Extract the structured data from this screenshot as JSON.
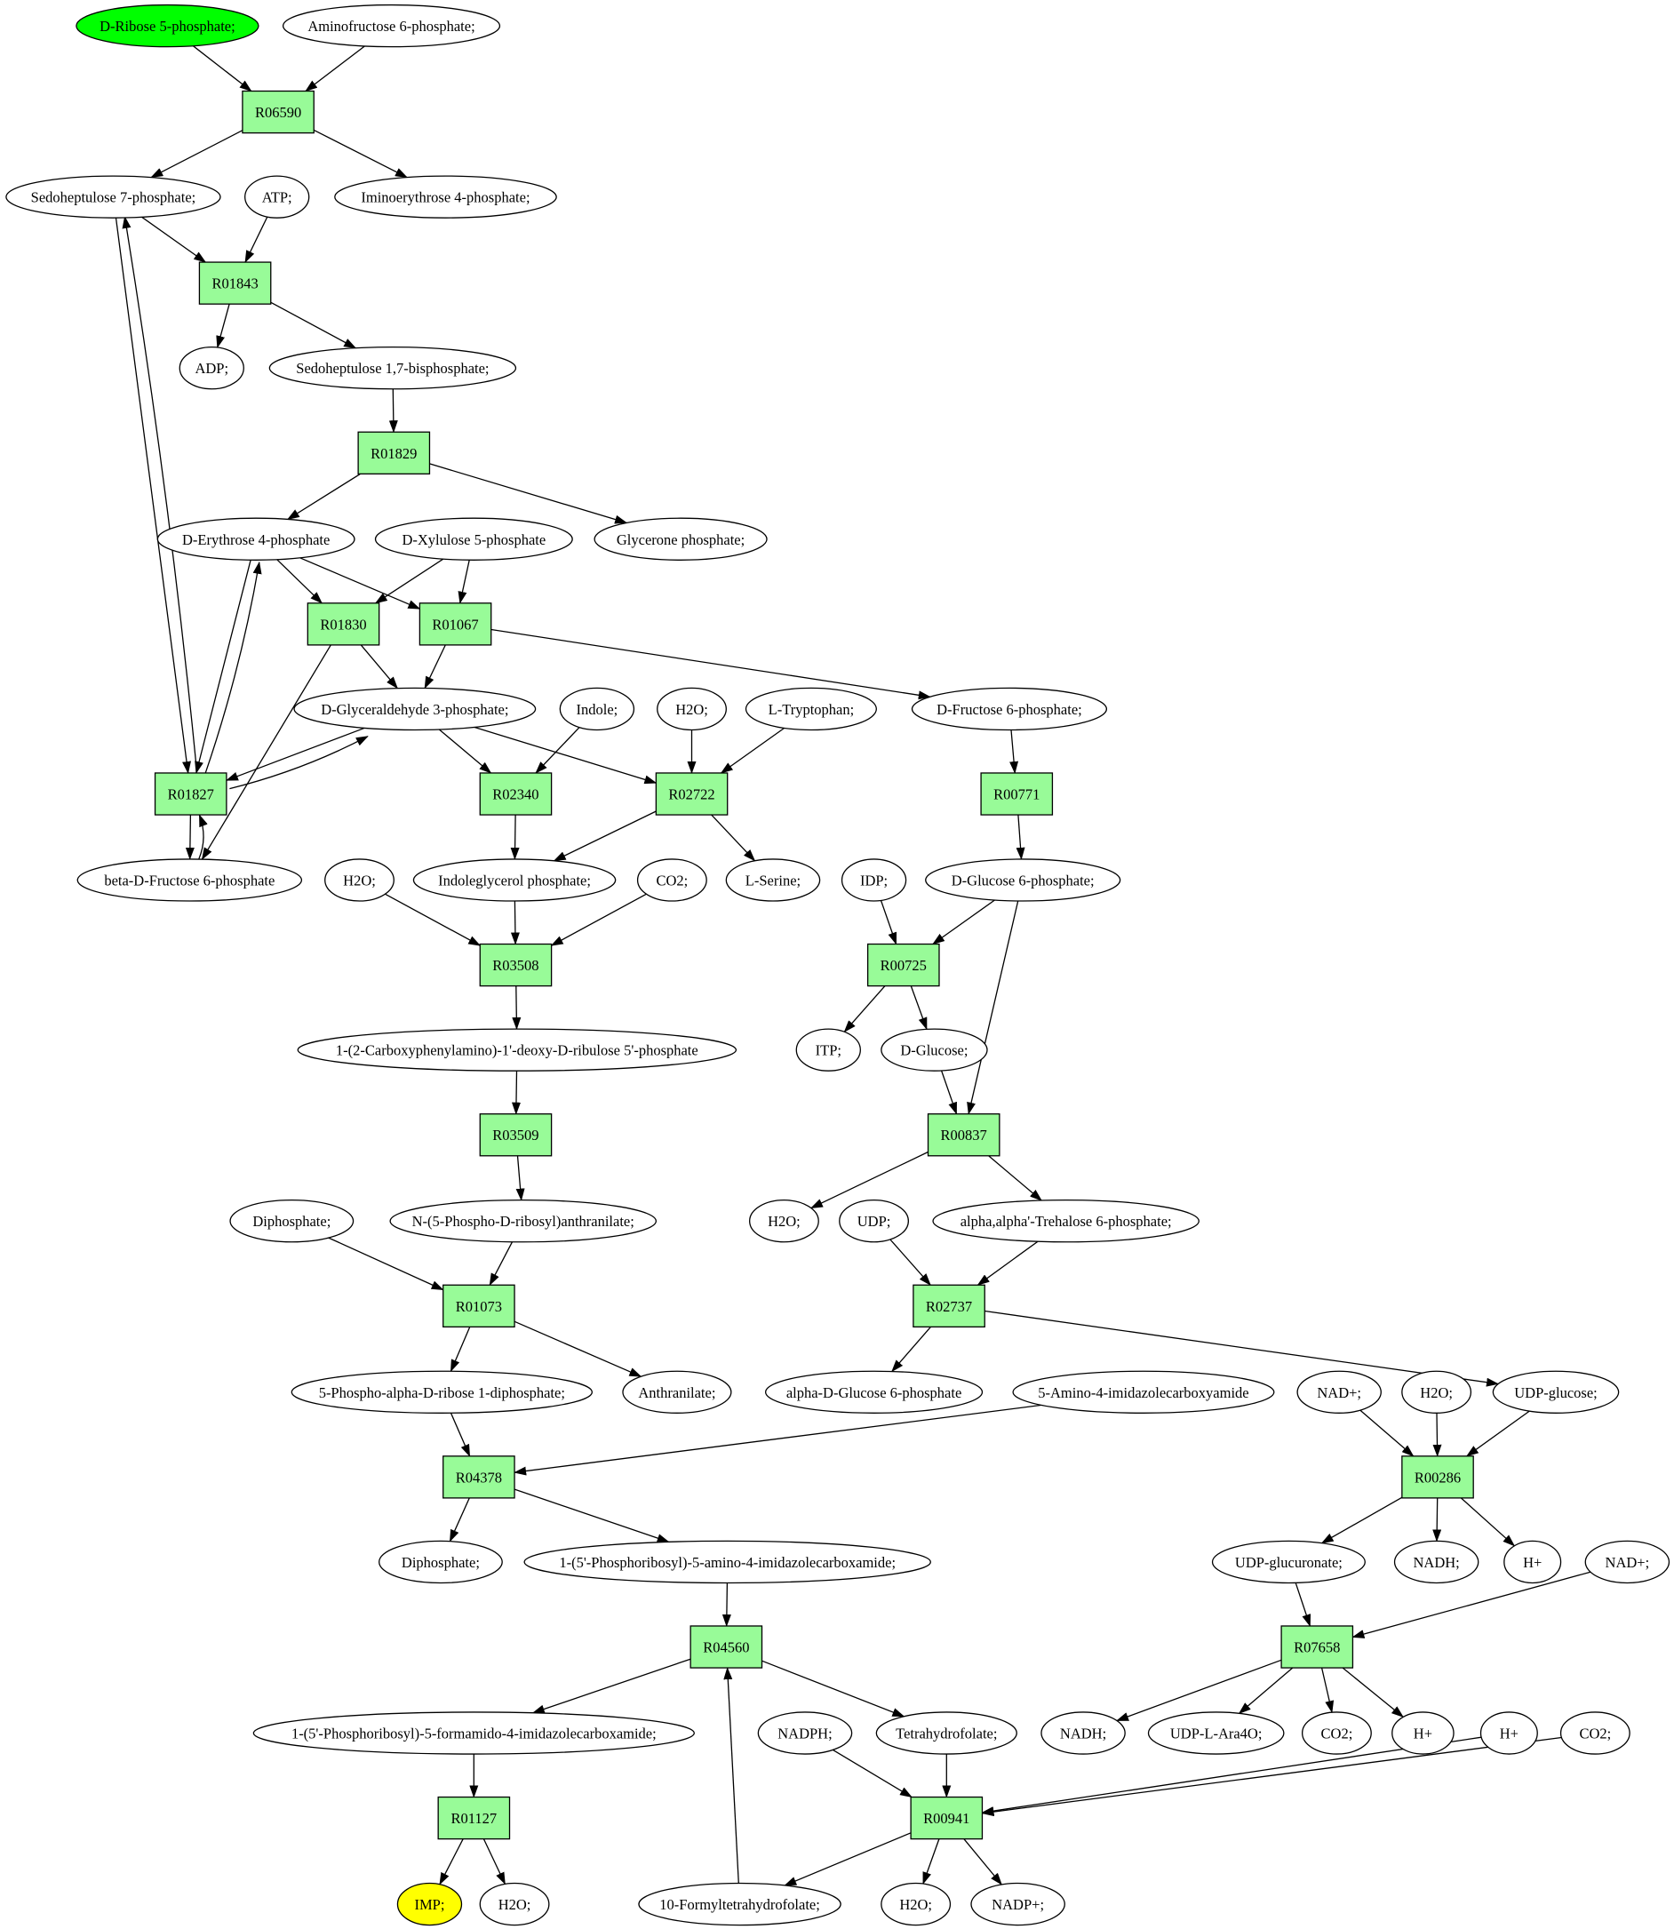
{
  "colors": {
    "reaction_fill": "#98fb98",
    "compound_fill": "#ffffff",
    "start_fill": "#00ff00",
    "end_fill": "#ffff00",
    "stroke": "#000000"
  },
  "reactions": [
    {
      "id": "r06590",
      "label": "R06590"
    },
    {
      "id": "r01843",
      "label": "R01843"
    },
    {
      "id": "r01829",
      "label": "R01829"
    },
    {
      "id": "r01830",
      "label": "R01830"
    },
    {
      "id": "r01067",
      "label": "R01067"
    },
    {
      "id": "r01827",
      "label": "R01827"
    },
    {
      "id": "r02340",
      "label": "R02340"
    },
    {
      "id": "r02722",
      "label": "R02722"
    },
    {
      "id": "r00771",
      "label": "R00771"
    },
    {
      "id": "r03508",
      "label": "R03508"
    },
    {
      "id": "r00725",
      "label": "R00725"
    },
    {
      "id": "r03509",
      "label": "R03509"
    },
    {
      "id": "r00837",
      "label": "R00837"
    },
    {
      "id": "r01073",
      "label": "R01073"
    },
    {
      "id": "r02737",
      "label": "R02737"
    },
    {
      "id": "r04378",
      "label": "R04378"
    },
    {
      "id": "r00286",
      "label": "R00286"
    },
    {
      "id": "r04560",
      "label": "R04560"
    },
    {
      "id": "r07658",
      "label": "R07658"
    },
    {
      "id": "r01127",
      "label": "R01127"
    },
    {
      "id": "r00941",
      "label": "R00941"
    }
  ],
  "compounds": [
    {
      "id": "ribose5p",
      "label": "D-Ribose 5-phosphate;",
      "role": "start"
    },
    {
      "id": "aminofructose6p",
      "label": "Aminofructose 6-phosphate;"
    },
    {
      "id": "sedoheptulose7p",
      "label": "Sedoheptulose 7-phosphate;"
    },
    {
      "id": "atp",
      "label": "ATP;"
    },
    {
      "id": "iminoerythrose4p",
      "label": "Iminoerythrose 4-phosphate;"
    },
    {
      "id": "adp",
      "label": "ADP;"
    },
    {
      "id": "sedoheptulose17bp",
      "label": "Sedoheptulose 1,7-bisphosphate;"
    },
    {
      "id": "erythrose4p",
      "label": "D-Erythrose 4-phosphate"
    },
    {
      "id": "xylulose5p",
      "label": "D-Xylulose 5-phosphate"
    },
    {
      "id": "glyceronep",
      "label": "Glycerone phosphate;"
    },
    {
      "id": "glyceraldehyde3p",
      "label": "D-Glyceraldehyde 3-phosphate;"
    },
    {
      "id": "indole",
      "label": "Indole;"
    },
    {
      "id": "h2o_a",
      "label": "H2O;"
    },
    {
      "id": "ltryptophan",
      "label": "L-Tryptophan;"
    },
    {
      "id": "fructose6p",
      "label": "D-Fructose 6-phosphate;"
    },
    {
      "id": "betafructose6p",
      "label": "beta-D-Fructose 6-phosphate"
    },
    {
      "id": "h2o_b",
      "label": "H2O;"
    },
    {
      "id": "indoleglycerolp",
      "label": "Indoleglycerol phosphate;"
    },
    {
      "id": "co2_a",
      "label": "CO2;"
    },
    {
      "id": "lserine",
      "label": "L-Serine;"
    },
    {
      "id": "idp",
      "label": "IDP;"
    },
    {
      "id": "glucose6p",
      "label": "D-Glucose 6-phosphate;"
    },
    {
      "id": "carboxyphenylamino",
      "label": "1-(2-Carboxyphenylamino)-1'-deoxy-D-ribulose 5'-phosphate"
    },
    {
      "id": "itp",
      "label": "ITP;"
    },
    {
      "id": "dglucose",
      "label": "D-Glucose;"
    },
    {
      "id": "diphosphate_a",
      "label": "Diphosphate;"
    },
    {
      "id": "phosphoribosylanthranilate",
      "label": "N-(5-Phospho-D-ribosyl)anthranilate;"
    },
    {
      "id": "h2o_c",
      "label": "H2O;"
    },
    {
      "id": "udp",
      "label": "UDP;"
    },
    {
      "id": "trehalose6p",
      "label": "alpha,alpha'-Trehalose 6-phosphate;"
    },
    {
      "id": "prpp",
      "label": "5-Phospho-alpha-D-ribose 1-diphosphate;"
    },
    {
      "id": "anthranilate",
      "label": "Anthranilate;"
    },
    {
      "id": "alphaglucose6p",
      "label": "alpha-D-Glucose 6-phosphate"
    },
    {
      "id": "aica",
      "label": "5-Amino-4-imidazolecarboxyamide"
    },
    {
      "id": "nadplus_a",
      "label": "NAD+;"
    },
    {
      "id": "h2o_d",
      "label": "H2O;"
    },
    {
      "id": "udpglucose",
      "label": "UDP-glucose;"
    },
    {
      "id": "diphosphate_b",
      "label": "Diphosphate;"
    },
    {
      "id": "aicar",
      "label": "1-(5'-Phosphoribosyl)-5-amino-4-imidazolecarboxamide;"
    },
    {
      "id": "udpglucuronate",
      "label": "UDP-glucuronate;"
    },
    {
      "id": "nadh_a",
      "label": "NADH;"
    },
    {
      "id": "hplus_a",
      "label": "H+"
    },
    {
      "id": "nadplus_b",
      "label": "NAD+;"
    },
    {
      "id": "faicar",
      "label": "1-(5'-Phosphoribosyl)-5-formamido-4-imidazolecarboxamide;"
    },
    {
      "id": "nadph",
      "label": "NADPH;"
    },
    {
      "id": "thf",
      "label": "Tetrahydrofolate;"
    },
    {
      "id": "nadh_b",
      "label": "NADH;"
    },
    {
      "id": "udplara4o",
      "label": "UDP-L-Ara4O;"
    },
    {
      "id": "co2_b",
      "label": "CO2;"
    },
    {
      "id": "hplus_b",
      "label": "H+"
    },
    {
      "id": "hplus_c",
      "label": "H+"
    },
    {
      "id": "co2_c",
      "label": "CO2;"
    },
    {
      "id": "imp",
      "label": "IMP;",
      "role": "end"
    },
    {
      "id": "h2o_e",
      "label": "H2O;"
    },
    {
      "id": "formylthf",
      "label": "10-Formyltetrahydrofolate;"
    },
    {
      "id": "h2o_f",
      "label": "H2O;"
    },
    {
      "id": "nadpplus",
      "label": "NADP+;"
    }
  ],
  "edges": [
    [
      "ribose5p",
      "r06590"
    ],
    [
      "aminofructose6p",
      "r06590"
    ],
    [
      "r06590",
      "sedoheptulose7p"
    ],
    [
      "r06590",
      "iminoerythrose4p"
    ],
    [
      "sedoheptulose7p",
      "r01843"
    ],
    [
      "atp",
      "r01843"
    ],
    [
      "r01843",
      "adp"
    ],
    [
      "r01843",
      "sedoheptulose17bp"
    ],
    [
      "sedoheptulose17bp",
      "r01829"
    ],
    [
      "r01829",
      "erythrose4p"
    ],
    [
      "r01829",
      "glyceronep"
    ],
    [
      "erythrose4p",
      "r01830"
    ],
    [
      "xylulose5p",
      "r01830"
    ],
    [
      "erythrose4p",
      "r01067"
    ],
    [
      "xylulose5p",
      "r01067"
    ],
    [
      "r01830",
      "glyceraldehyde3p"
    ],
    [
      "r01067",
      "glyceraldehyde3p"
    ],
    [
      "r01830",
      "betafructose6p"
    ],
    [
      "r01067",
      "fructose6p"
    ],
    [
      "sedoheptulose7p",
      "r01827"
    ],
    [
      "r01827",
      "sedoheptulose7p"
    ],
    [
      "erythrose4p",
      "r01827"
    ],
    [
      "r01827",
      "erythrose4p"
    ],
    [
      "glyceraldehyde3p",
      "r01827"
    ],
    [
      "r01827",
      "glyceraldehyde3p"
    ],
    [
      "r01827",
      "betafructose6p"
    ],
    [
      "betafructose6p",
      "r01827"
    ],
    [
      "glyceraldehyde3p",
      "r02340"
    ],
    [
      "indole",
      "r02340"
    ],
    [
      "glyceraldehyde3p",
      "r02722"
    ],
    [
      "h2o_a",
      "r02722"
    ],
    [
      "ltryptophan",
      "r02722"
    ],
    [
      "r02340",
      "indoleglycerolp"
    ],
    [
      "r02722",
      "indoleglycerolp"
    ],
    [
      "r02722",
      "lserine"
    ],
    [
      "fructose6p",
      "r00771"
    ],
    [
      "r00771",
      "glucose6p"
    ],
    [
      "h2o_b",
      "r03508"
    ],
    [
      "indoleglycerolp",
      "r03508"
    ],
    [
      "co2_a",
      "r03508"
    ],
    [
      "r03508",
      "carboxyphenylamino"
    ],
    [
      "carboxyphenylamino",
      "r03509"
    ],
    [
      "r03509",
      "phosphoribosylanthranilate"
    ],
    [
      "idp",
      "r00725"
    ],
    [
      "glucose6p",
      "r00725"
    ],
    [
      "r00725",
      "itp"
    ],
    [
      "r00725",
      "dglucose"
    ],
    [
      "dglucose",
      "r00837"
    ],
    [
      "glucose6p",
      "r00837"
    ],
    [
      "r00837",
      "h2o_c"
    ],
    [
      "r00837",
      "trehalose6p"
    ],
    [
      "diphosphate_a",
      "r01073"
    ],
    [
      "phosphoribosylanthranilate",
      "r01073"
    ],
    [
      "r01073",
      "prpp"
    ],
    [
      "r01073",
      "anthranilate"
    ],
    [
      "udp",
      "r02737"
    ],
    [
      "trehalose6p",
      "r02737"
    ],
    [
      "r02737",
      "alphaglucose6p"
    ],
    [
      "r02737",
      "udpglucose"
    ],
    [
      "prpp",
      "r04378"
    ],
    [
      "aica",
      "r04378"
    ],
    [
      "r04378",
      "diphosphate_b"
    ],
    [
      "r04378",
      "aicar"
    ],
    [
      "nadplus_a",
      "r00286"
    ],
    [
      "h2o_d",
      "r00286"
    ],
    [
      "udpglucose",
      "r00286"
    ],
    [
      "r00286",
      "udpglucuronate"
    ],
    [
      "r00286",
      "nadh_a"
    ],
    [
      "r00286",
      "hplus_a"
    ],
    [
      "aicar",
      "r04560"
    ],
    [
      "formylthf",
      "r04560"
    ],
    [
      "r04560",
      "faicar"
    ],
    [
      "r04560",
      "thf"
    ],
    [
      "udpglucuronate",
      "r07658"
    ],
    [
      "nadplus_b",
      "r07658"
    ],
    [
      "r07658",
      "nadh_b"
    ],
    [
      "r07658",
      "udplara4o"
    ],
    [
      "r07658",
      "co2_b"
    ],
    [
      "r07658",
      "hplus_b"
    ],
    [
      "faicar",
      "r01127"
    ],
    [
      "r01127",
      "imp"
    ],
    [
      "r01127",
      "h2o_e"
    ],
    [
      "nadph",
      "r00941"
    ],
    [
      "thf",
      "r00941"
    ],
    [
      "hplus_c",
      "r00941"
    ],
    [
      "co2_c",
      "r00941"
    ],
    [
      "r00941",
      "formylthf"
    ],
    [
      "r00941",
      "h2o_f"
    ],
    [
      "r00941",
      "nadpplus"
    ]
  ]
}
